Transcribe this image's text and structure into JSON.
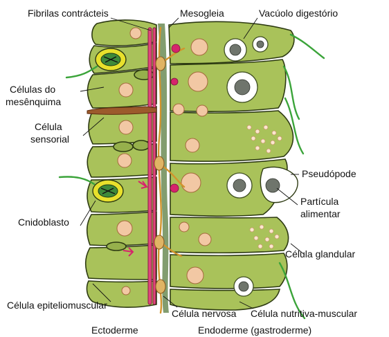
{
  "diagram": {
    "labels": {
      "fibrilas": "Fibrilas contrácteis",
      "mesogleia": "Mesogleia",
      "vacuolo": "Vacúolo digestório",
      "mesenquima_1": "Células do",
      "mesenquima_2": "mesênquima",
      "sensorial_1": "Célula",
      "sensorial_2": "sensorial",
      "pseudopode": "Pseudópode",
      "particula_1": "Partícula",
      "particula_2": "alimentar",
      "cnidoblasto": "Cnidoblasto",
      "glandular": "Célula glandular",
      "epiteliomuscular": "Célula epiteliomuscular",
      "nervosa": "Célula nervosa",
      "nutritiva": "Célula nutritiva-muscular",
      "ectoderme": "Ectoderme",
      "endoderme": "Endoderme (gastroderme)"
    },
    "colors": {
      "cell_fill": "#a9c25a",
      "mesogleia": "#6c8c56",
      "fibrils": "#e0457c",
      "nerve": "#d2942c",
      "flagellum": "#3ba43a",
      "sensory_cell": "#9c5a2c",
      "nucleus": "#f2c8a4"
    }
  }
}
